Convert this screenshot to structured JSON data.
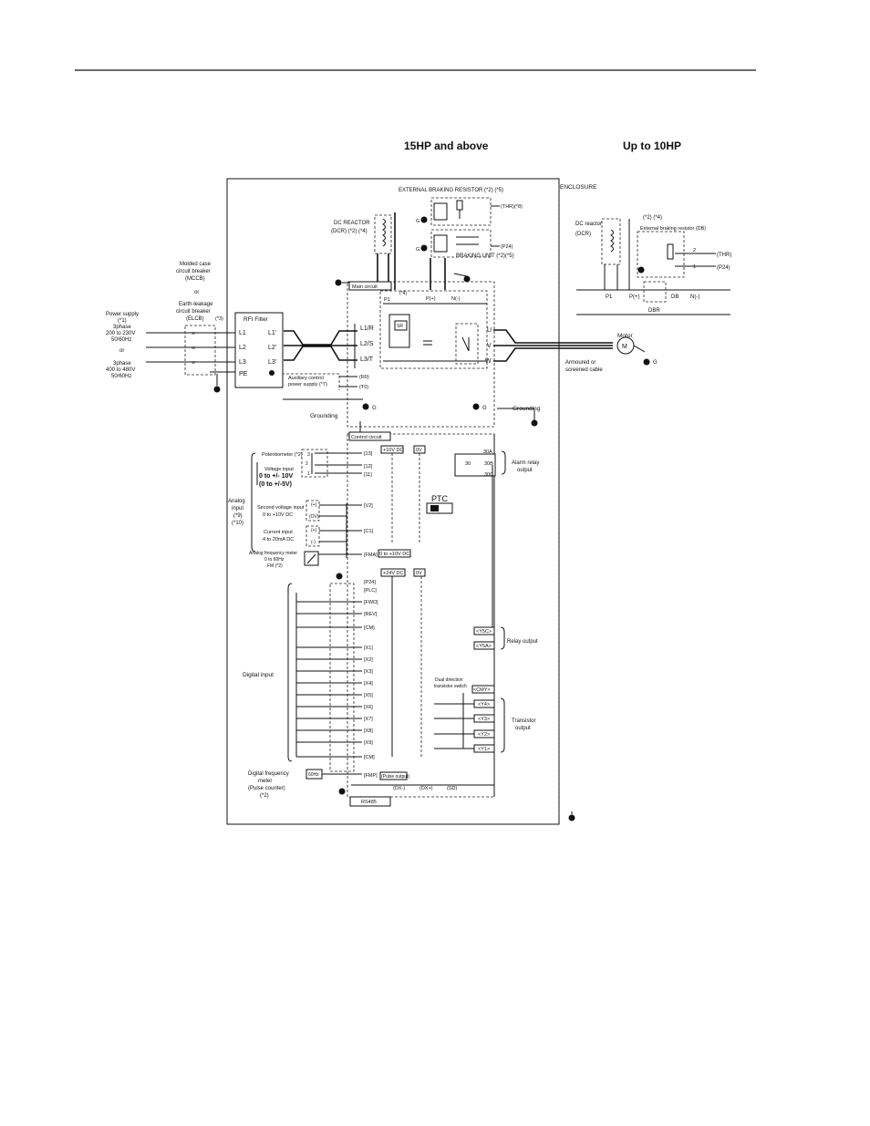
{
  "titles": {
    "left": "15HP and above",
    "right": "Up to 10HP"
  },
  "enclosure": "ENCLOSURE",
  "top": {
    "ext_braking_resistor": "EXTERNAL BRAKING RESISTOR (*2) (*5)",
    "thr": "(THR)(*8)",
    "p24": "(P24)",
    "braking_unit": "BRAKING UNIT (*2)(*5)",
    "dc_reactor_1": "DC REACTOR",
    "dc_reactor_2": "(DCR) (*2) (*4)",
    "g1": "G",
    "g2": "G",
    "main_circuit": "Main circuit",
    "p1": "P1",
    "pplus": "P(+)",
    "nminus": "N(-)",
    "star4": "(*4)"
  },
  "right_inset": {
    "note": "(*2) (*4)",
    "dc_reactor_1": "DC reactor",
    "dc_reactor_2": "(DCR)",
    "ext_br": "External braking resistor (DB)",
    "thr": "(THR)",
    "p24": "(P24)",
    "n2": "2",
    "n1": "1",
    "p1": "P1",
    "pplus": "P(+)",
    "db": "DB",
    "nminus": "N(-)",
    "dbr": "DBR"
  },
  "left_supply": {
    "mccb_1": "Molded case",
    "mccb_2": "circuit breaker",
    "mccb_3": "(MCCB)",
    "or1": "or",
    "elcb_1": "Earth-leakage",
    "elcb_2": "circuit breaker",
    "elcb_3": "(ELCB)",
    "star3": "(*3)",
    "ps_1": "Power supply",
    "ps_2": "(*1)",
    "ps_3": "3phase",
    "ps_4": "200 to 230V",
    "ps_5": "50/60Hz",
    "or2": "or",
    "ps_6": "3phase",
    "ps_7": "400 to 480V",
    "ps_8": "50/60Hz",
    "rfi": "RFI Filter",
    "l1": "L1",
    "l2": "L2",
    "l3": "L3",
    "pe": "PE",
    "l1p": "L1'",
    "l2p": "L2'",
    "l3p": "L3'"
  },
  "main": {
    "l1r": "L1/R",
    "l2s": "L2/S",
    "l3t": "L3/T",
    "sr": "SR",
    "u": "U",
    "v": "V",
    "w": "W",
    "aux_1": "Auxiliary control",
    "aux_2": "power supply (*7)",
    "r0": "(R0)",
    "t0": "(T0)",
    "g_left": "G",
    "grounding_left": "Grounding",
    "g_right": "G",
    "grounding_right": "Grounding",
    "motor": "Motor",
    "m": "M",
    "motor_g": "G",
    "cable_1": "Armoured or",
    "cable_2": "screened cable"
  },
  "control": {
    "title": "Control circuit",
    "pot": "Potentiometer (*2)",
    "pin3": "3",
    "pin2": "2",
    "pin1": "1",
    "t13": "[13]",
    "t12": "[12]",
    "t11": "[11]",
    "v10dc": "+10V DC",
    "v0": "0V",
    "vin_1": "Voltage input",
    "vin_2": "0 to +/- 10V",
    "vin_3": "(0 to +/-5V)",
    "analog_1": "Analog",
    "analog_2": "input",
    "analog_3": "(*9)",
    "analog_4": "(*10)",
    "second_1": "Second voltage input",
    "second_2": "0 to +10V DC",
    "plus1": "(+)",
    "ov": "(OV)",
    "v2": "[V2]",
    "current_1": "Current input",
    "current_2": "4 to 20mA DC",
    "plus2": "(+)",
    "minus2": "(-)",
    "c1": "[C1]",
    "ptc": "PTC",
    "afm_1": "Analog frequency meter",
    "afm_2": "0 to 60Hz",
    "afm_3": "FM (*2)",
    "fma": "[FMA]",
    "fma_range": "0 to +10V DC",
    "alarm_30a": "30A",
    "alarm_30": "30",
    "alarm_30b": "30B",
    "alarm_30c": "30C",
    "alarm_1": "Alarm relay",
    "alarm_2": "output",
    "v24dc": "+24V DC",
    "v0b": "0V",
    "p24": "[P24]",
    "plc": "[PLC]",
    "fwd": "[FWD]",
    "rev": "[REV]",
    "cm1": "[CM]",
    "y5c": "<Y5C>",
    "y5a": "<Y5A>",
    "relay_out": "Relay output",
    "x1": "[X1]",
    "x2": "[X2]",
    "x3": "[X3]",
    "x4": "[X4]",
    "x5": "[X5]",
    "x6": "[X6]",
    "x7": "[X7]",
    "x8": "[X8]",
    "x9": "[X9]",
    "cm2": "[CM]",
    "digital_input": "Digital input",
    "dual_1": "Dual direction",
    "dual_2": "transistor switch",
    "cmy": "<CMY>",
    "y4": "<Y4>",
    "y3": "<Y3>",
    "y2": "<Y2>",
    "y1": "<Y1>",
    "trans_1": "Transistor",
    "trans_2": "output",
    "dfm_1": "Digital frequency",
    "dfm_2": "meter",
    "dfm_3": "(Pulse counter)",
    "dfm_4": "(*2)",
    "hz60": "60Hz",
    "fmp": "[FMP]",
    "pulse": "(Pulse output)",
    "dxm": "(DX-)",
    "dxp": "(DX+)",
    "sd": "(SD)",
    "rs485": "RS485"
  }
}
